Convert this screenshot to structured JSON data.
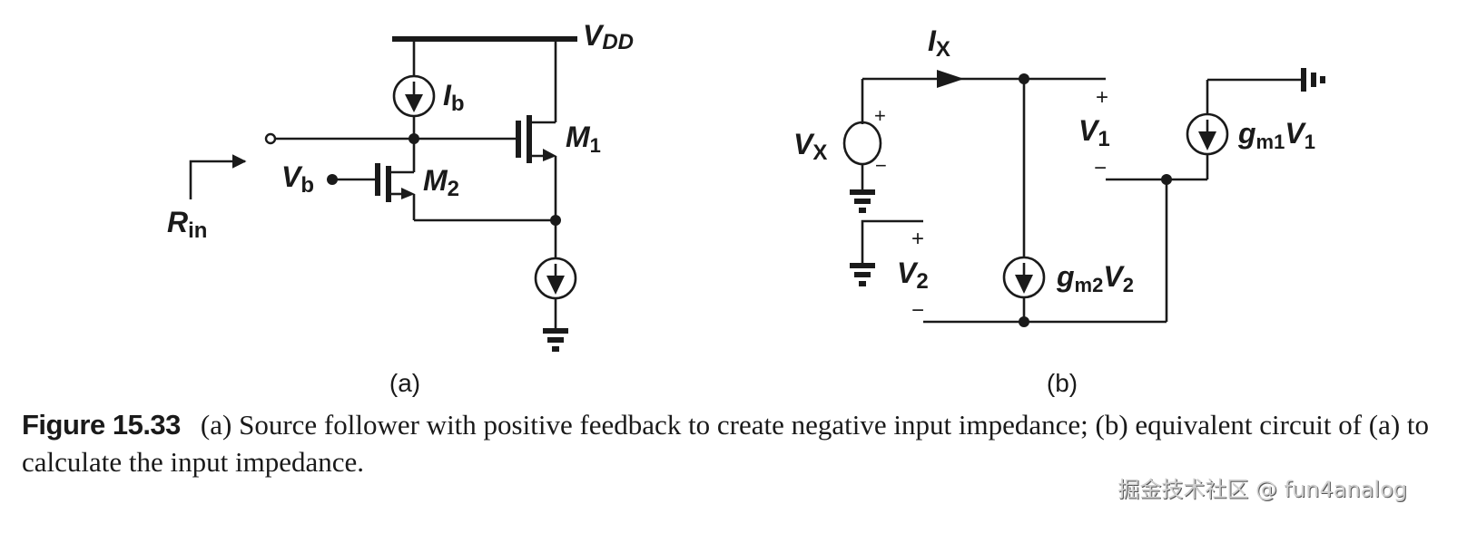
{
  "figure": {
    "number": "Figure 15.33",
    "caption_text": "(a) Source follower with positive feedback to create negative input impedance; (b) equivalent circuit of (a) to calculate the input impedance.",
    "panel_a_label": "(a)",
    "panel_b_label": "(b)"
  },
  "circuit_a": {
    "supply": {
      "main": "V",
      "sub": "DD"
    },
    "bias_current": {
      "main": "I",
      "sub": "b"
    },
    "bias_voltage": {
      "main": "V",
      "sub": "b"
    },
    "input_resistance": {
      "main": "R",
      "sub": "in"
    },
    "transistor_1": {
      "main": "M",
      "sub": "1"
    },
    "transistor_2": {
      "main": "M",
      "sub": "2"
    }
  },
  "circuit_b": {
    "test_source": {
      "main": "V",
      "sub": "X"
    },
    "test_current": {
      "main": "I",
      "sub": "X"
    },
    "v1": {
      "main": "V",
      "sub": "1"
    },
    "v2": {
      "main": "V",
      "sub": "2"
    },
    "gm1_source": {
      "g": "g",
      "sub": "m1",
      "v": "V",
      "vsub": "1"
    },
    "gm2_source": {
      "g": "g",
      "sub": "m2",
      "v": "V",
      "vsub": "2"
    },
    "plus": "+",
    "minus": "−"
  },
  "watermark": "掘金技术社区 @ fun4analog"
}
